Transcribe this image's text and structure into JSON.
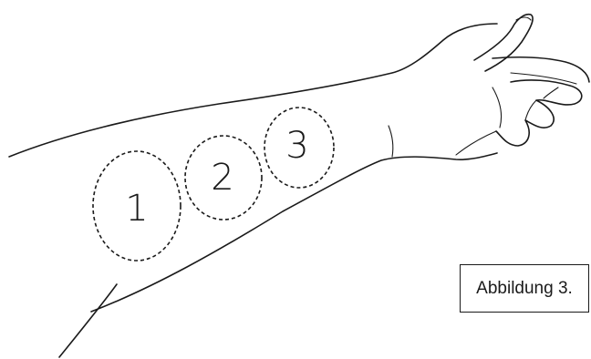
{
  "zones": [
    {
      "number": "1"
    },
    {
      "number": "2"
    },
    {
      "number": "3"
    }
  ],
  "caption": "Abbildung 3.",
  "colors": {
    "ink": "#1a1a1a",
    "background": "#ffffff"
  }
}
